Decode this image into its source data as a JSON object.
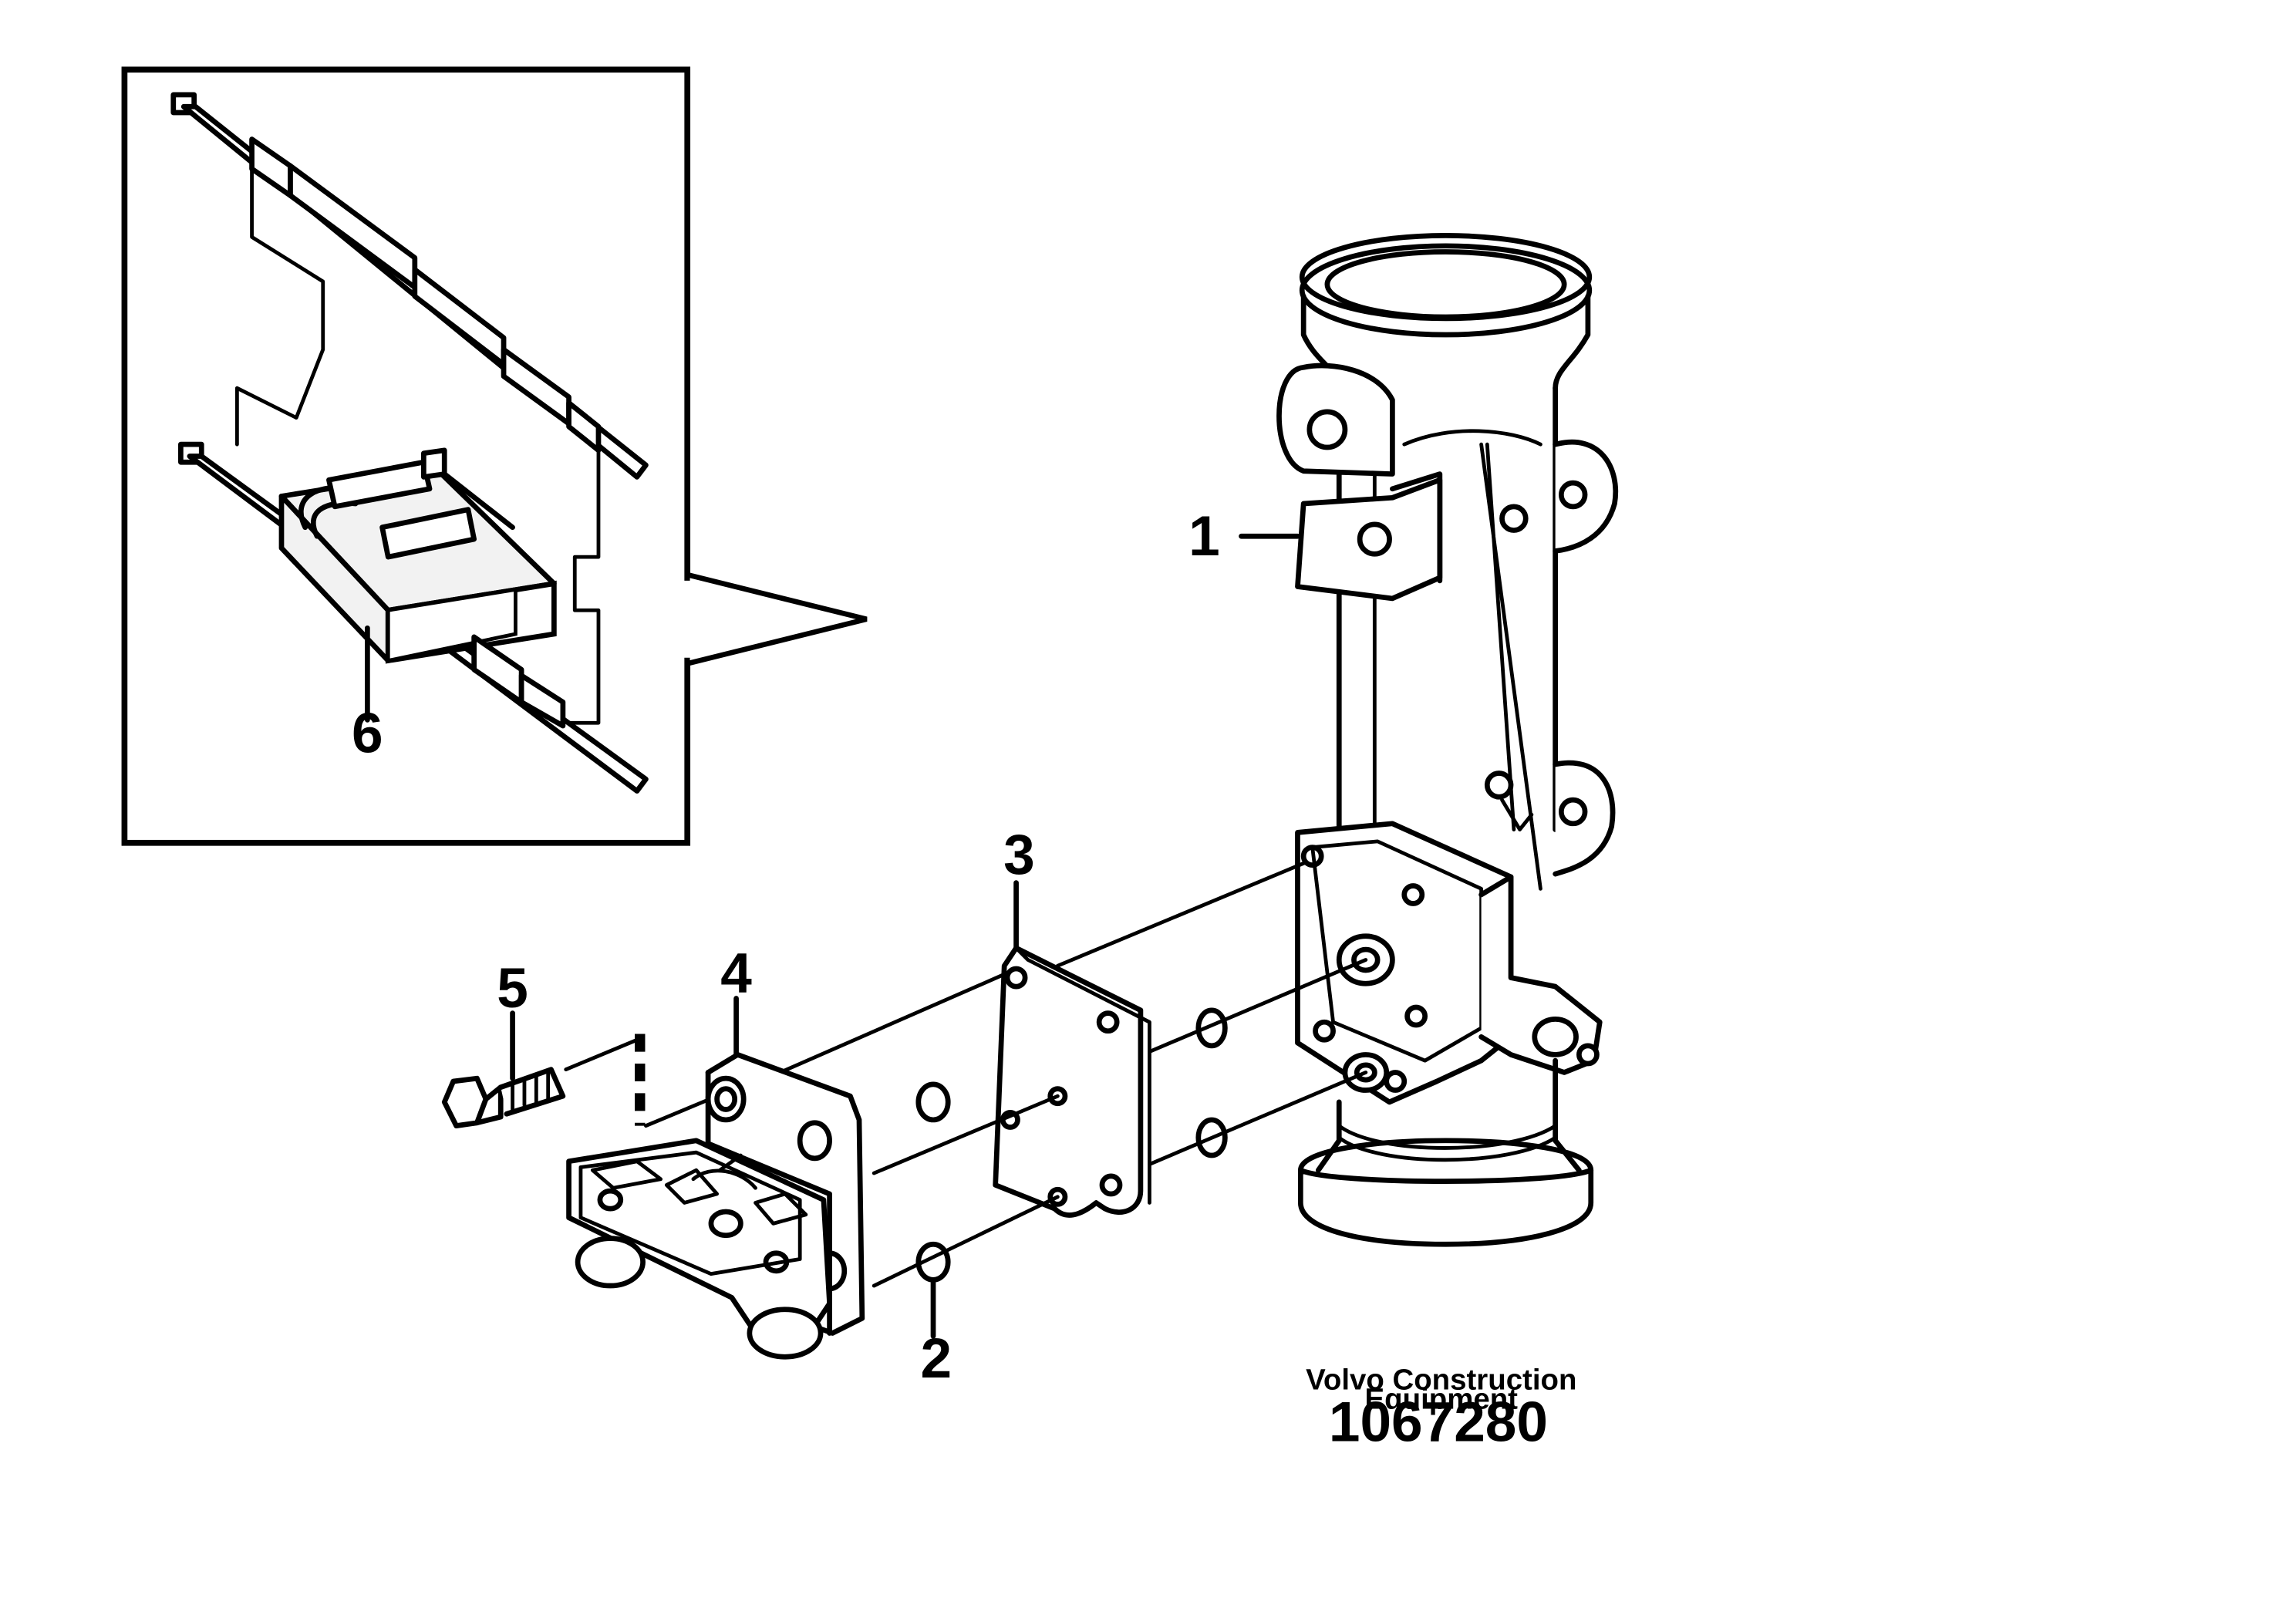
{
  "callouts": {
    "c1": "1",
    "c2": "2",
    "c3": "3",
    "c4": "4",
    "c5": "5",
    "c6": "6"
  },
  "caption": {
    "line1": "Volvo Construction",
    "line2": "Equipment",
    "number": "1067280"
  },
  "colors": {
    "line": "#000000",
    "background": "#ffffff",
    "shade": "#f2f2f2"
  }
}
